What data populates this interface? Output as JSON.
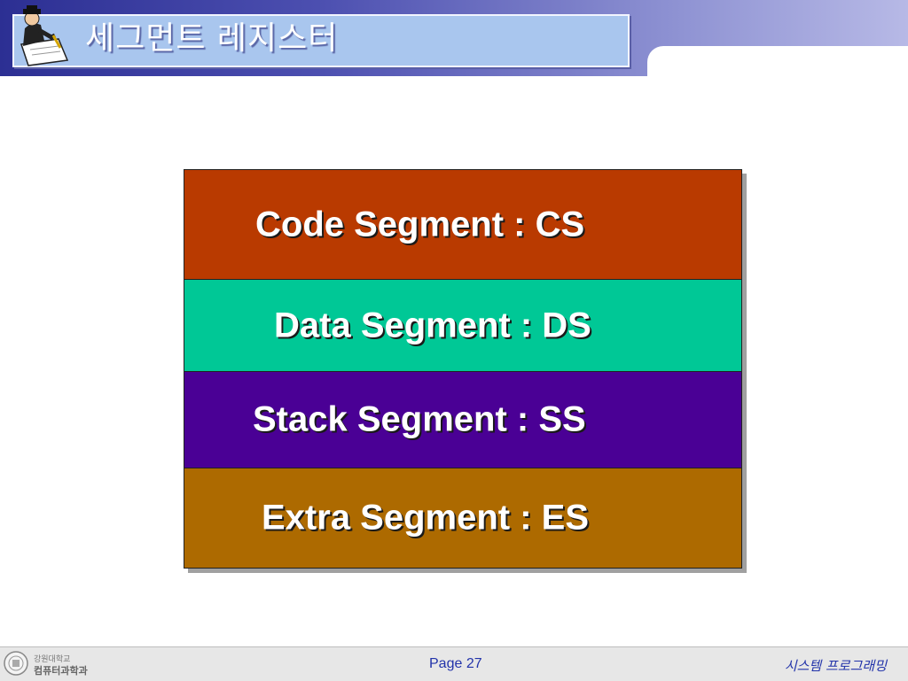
{
  "header": {
    "title": "세그먼트 레지스터"
  },
  "segments": [
    {
      "label": "Code Segment : CS",
      "color": "#b93a00"
    },
    {
      "label": "Data Segment : DS",
      "color": "#00c896"
    },
    {
      "label": "Stack Segment : SS",
      "color": "#4a0095"
    },
    {
      "label": "Extra Segment : ES",
      "color": "#ad6a00"
    }
  ],
  "footer": {
    "univ_name": "강원대학교",
    "dept_name": "컴퓨터과학과",
    "page": "Page 27",
    "course": "시스템 프로그래밍"
  },
  "icons": {
    "title_icon": "writing-person-icon",
    "seal_icon": "university-seal-icon"
  }
}
